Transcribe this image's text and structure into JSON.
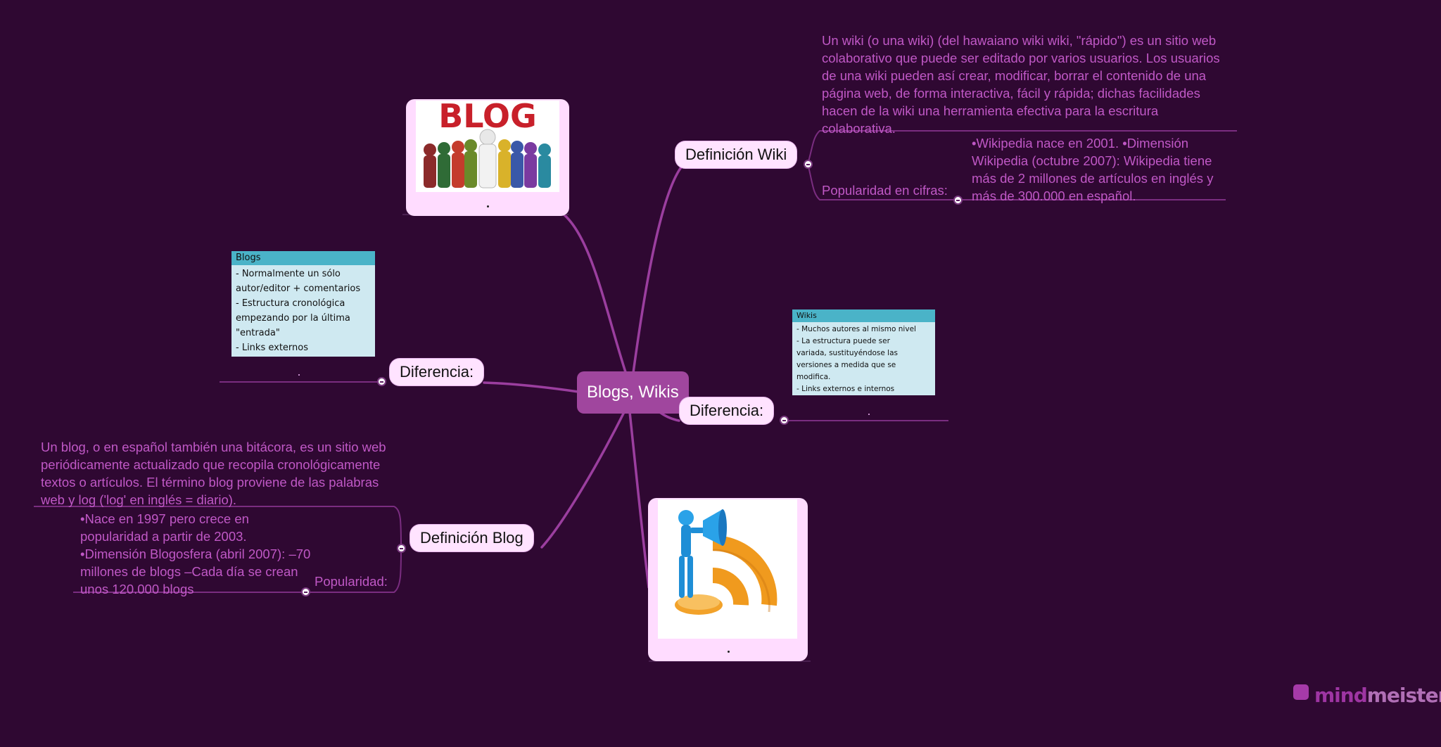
{
  "central": {
    "label": "Blogs, Wikis"
  },
  "branches": {
    "def_wiki": {
      "label": "Definición Wiki"
    },
    "wiki_definition_text": "Un wiki (o una wiki) (del hawaiano wiki wiki, \"rápido\") es un sitio web colaborativo que puede ser editado por varios usuarios. Los usuarios de una wiki pueden así crear, modificar, borrar el contenido de una página web, de forma interactiva, fácil y rápida; dichas facilidades hacen de la wiki una herramienta efectiva para la escritura colaborativa.",
    "wiki_popularity_label": "Popularidad en cifras:",
    "wiki_popularity_text": "•Wikipedia nace en 2001. •Dimensión Wikipedia (octubre 2007): Wikipedia tiene más de 2 millones de artículos en inglés y más de 300.000 en español.",
    "diff_wiki": {
      "label": "Diferencia:"
    },
    "diff_blog": {
      "label": "Diferencia:"
    },
    "def_blog": {
      "label": "Definición Blog"
    },
    "blog_definition_text": "Un blog, o en español también una bitácora, es un sitio web periódicamente actualizado que recopila cronológicamente textos o artículos. El término blog proviene de las palabras web y log ('log' en inglés = diario).",
    "blog_popularity_label": "Popularidad:",
    "blog_popularity_text": "•Nace en 1997 pero crece en popularidad a partir de 2003. •Dimensión Blogosfera (abril 2007): –70 millones de blogs  –Cada día se crean unos 120.000 blogs"
  },
  "sticky_blogs": {
    "title": "Blogs",
    "lines": [
      "- Normalmente un sólo",
      "autor/editor + comentarios",
      "- Estructura cronológica",
      "empezando por la última",
      "\"entrada\"",
      "- Links externos"
    ]
  },
  "sticky_wikis": {
    "title": "Wikis",
    "lines": [
      "- Muchos autores al mismo nivel",
      "- La estructura puede ser",
      "variada, sustituyéndose las",
      "versiones a medida que se",
      "modifica.",
      "- Links externos e internos"
    ]
  },
  "images": {
    "blog_image_text": "BLOG"
  },
  "brand": {
    "part1": "mind",
    "part2": "meister"
  },
  "colors": {
    "background": "#2f0832",
    "central_node": "#a0469e",
    "node_bg": "#ffe3ff",
    "note_text": "#c058c6",
    "link": "#9b3e9f"
  }
}
